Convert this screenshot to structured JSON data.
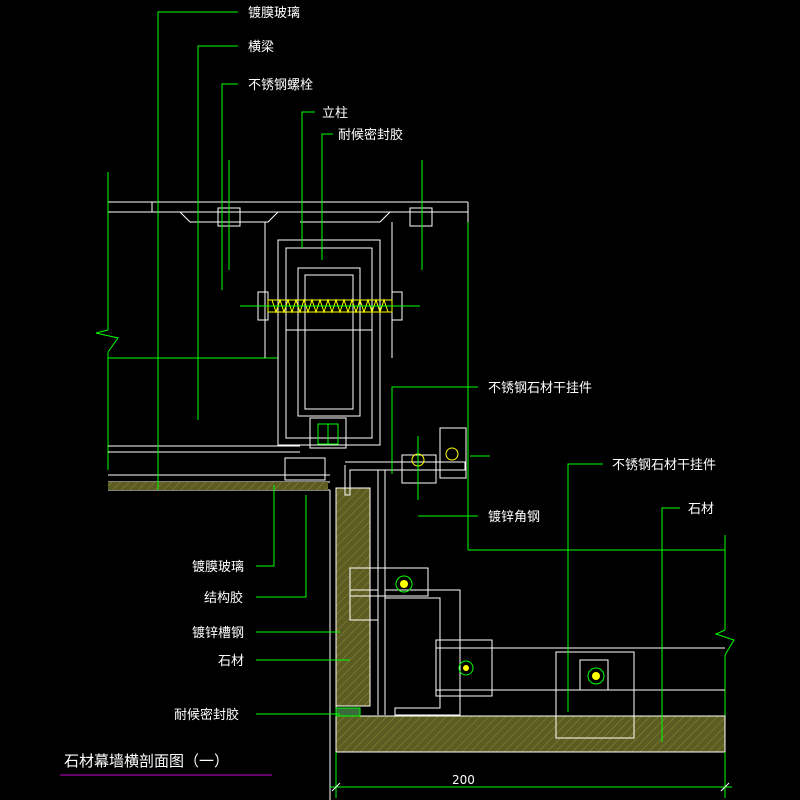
{
  "title": "石材幕墙横剖面图（一）",
  "colors": {
    "background": "#000000",
    "profile": "#ffffff",
    "leader": "#00ff00",
    "stone_fill": "#6b6b2a",
    "title_underline": "#cc00cc",
    "bolt": "#ffff00"
  },
  "labels_top": {
    "coated_glass": "镀膜玻璃",
    "transom": "横梁",
    "ss_bolt": "不锈钢螺栓",
    "mullion": "立柱",
    "weather_sealant": "耐候密封胶"
  },
  "labels_right": {
    "ss_stone_hanger_1": "不锈钢石材干挂件",
    "ss_stone_hanger_2": "不锈钢石材干挂件",
    "galv_angle": "镀锌角钢",
    "stone": "石材"
  },
  "labels_left": {
    "coated_glass": "镀膜玻璃",
    "structural_glue": "结构胶",
    "galv_channel": "镀锌槽钢",
    "stone": "石材",
    "weather_sealant": "耐候密封胶"
  },
  "dimension": "200"
}
